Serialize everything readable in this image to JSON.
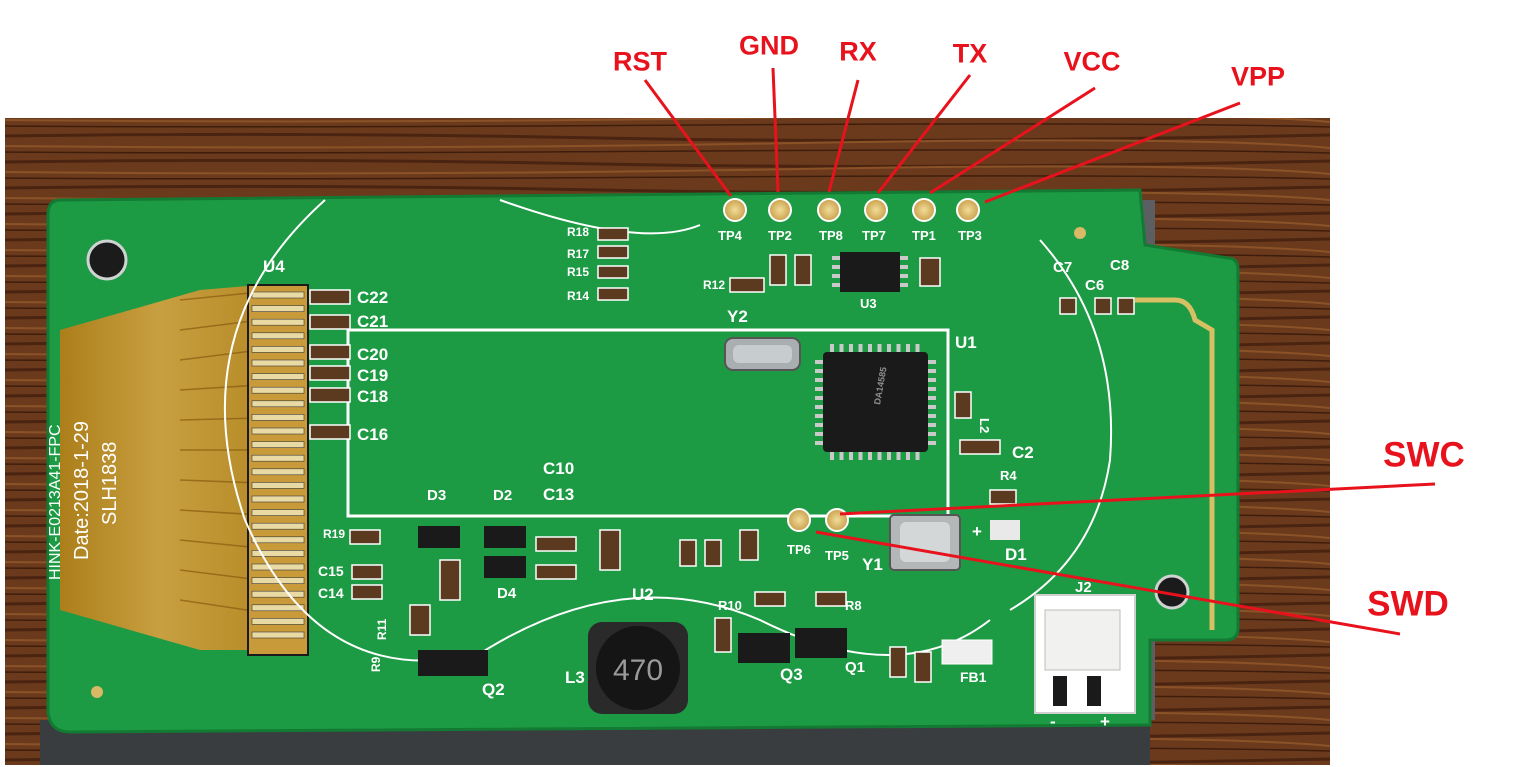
{
  "callouts": {
    "rst": "RST",
    "gnd": "GND",
    "rx": "RX",
    "tx": "TX",
    "vcc": "VCC",
    "vpp": "VPP",
    "swc": "SWC",
    "swd": "SWD"
  },
  "testpoints": [
    "TP4",
    "TP2",
    "TP8",
    "TP7",
    "TP1",
    "TP3",
    "TP6",
    "TP5"
  ],
  "silkscreen": {
    "u4": "U4",
    "u1": "U1",
    "u2": "U2",
    "u3": "U3",
    "y1": "Y1",
    "y2": "Y2",
    "l2": "L2",
    "l3": "L3",
    "q1": "Q1",
    "q2": "Q2",
    "q3": "Q3",
    "d1": "D1",
    "d2": "D2",
    "d3": "D3",
    "d4": "D4",
    "fb1": "FB1",
    "j2": "J2",
    "c2": "C2",
    "c6": "C6",
    "c7": "C7",
    "c8": "C8",
    "c10": "C10",
    "c13": "C13",
    "c14": "C14",
    "c15": "C15",
    "c16": "C16",
    "c18": "C18",
    "c19": "C19",
    "c20": "C20",
    "c21": "C21",
    "c22": "C22",
    "r4": "R4",
    "r8": "R8",
    "r9": "R9",
    "r10": "R10",
    "r11": "R11",
    "r12": "R12",
    "r14": "R14",
    "r15": "R15",
    "r17": "R17",
    "r18": "R18",
    "r19": "R19",
    "plus": "+",
    "minus": "-"
  },
  "fpc_text": {
    "line1": "HINK-E0213A41-FPC",
    "line2": "Date:2018-1-29",
    "line3": "SLH1838"
  },
  "inductor_marking": "470",
  "colors": {
    "callout_red": "#e8121d",
    "pcb_green": "#1d9a44",
    "wood": "#6b3a1c",
    "flex_cable": "#c98a1e",
    "silkscreen": "#ffffff",
    "testpoint_gold": "#d9b866"
  }
}
